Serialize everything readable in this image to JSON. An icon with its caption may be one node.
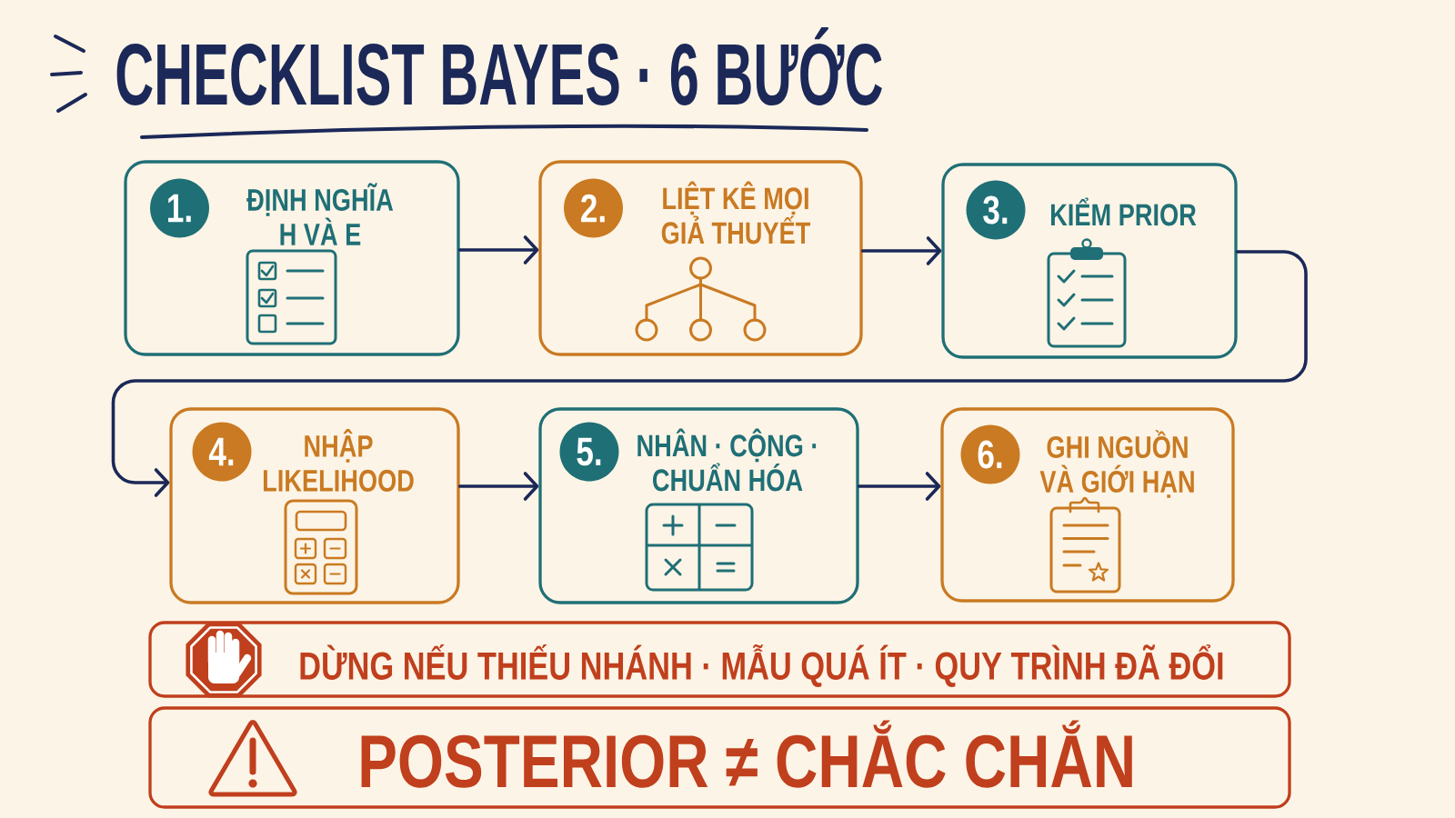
{
  "diagram": {
    "title": "CHECKLIST BAYES · 6 BƯỚC",
    "nodes": [
      {
        "text": [
          "1.",
          "ĐỊNH NGHĨA H VÀ E"
        ]
      },
      {
        "text": [
          "2.",
          "LIỆT KÊ MỌI GIẢ THUYẾT"
        ]
      },
      {
        "text": [
          "3.",
          "KIỂM PRIOR"
        ]
      },
      {
        "text": [
          "4.",
          "NHẬP LIKELIHOOD"
        ]
      },
      {
        "text": [
          "5.",
          "NHÂN · CỘNG · CHUẨN HÓA"
        ]
      },
      {
        "text": [
          "6.",
          "GHI NGUỒN VÀ GIỚI HẠN"
        ]
      },
      {
        "text": [
          "DỪNG NẾU THIẾU NHÁNH · MẪU QUÁ ÍT · QUY TRÌNH ĐÃ ĐỔI"
        ]
      },
      {
        "text": [
          "POSTERIOR ≠ CHẮC CHẮN"
        ]
      }
    ],
    "edges": [
      {
        "from": 0,
        "to": 1,
        "arrow": "to"
      },
      {
        "from": 1,
        "to": 2,
        "arrow": "to"
      },
      {
        "from": 2,
        "to": 3,
        "arrow": "to"
      },
      {
        "from": 3,
        "to": 4,
        "arrow": "to"
      },
      {
        "from": 4,
        "to": 5,
        "arrow": "to"
      }
    ]
  }
}
